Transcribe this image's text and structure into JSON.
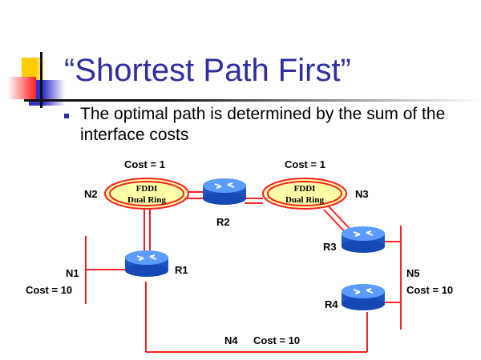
{
  "title": "“Shortest Path First”",
  "bullet": "The optimal path is determined by the sum of the interface costs",
  "diagram": {
    "n2_cost": "Cost = 1",
    "n3_cost": "Cost = 1",
    "fddi_line1": "FDDI",
    "fddi_line2": "Dual Ring",
    "n1": "N1",
    "n1_cost": "Cost = 10",
    "n2": "N2",
    "n3": "N3",
    "n4": "N4",
    "n4_cost": "Cost = 10",
    "n5": "N5",
    "n5_cost": "Cost = 10",
    "r1": "R1",
    "r2": "R2",
    "r3": "R3",
    "r4": "R4"
  },
  "colors": {
    "title": "#2e2e9e",
    "link": "#ff2020",
    "router": "#2a6fe0",
    "fddi": "#ffffa8"
  }
}
